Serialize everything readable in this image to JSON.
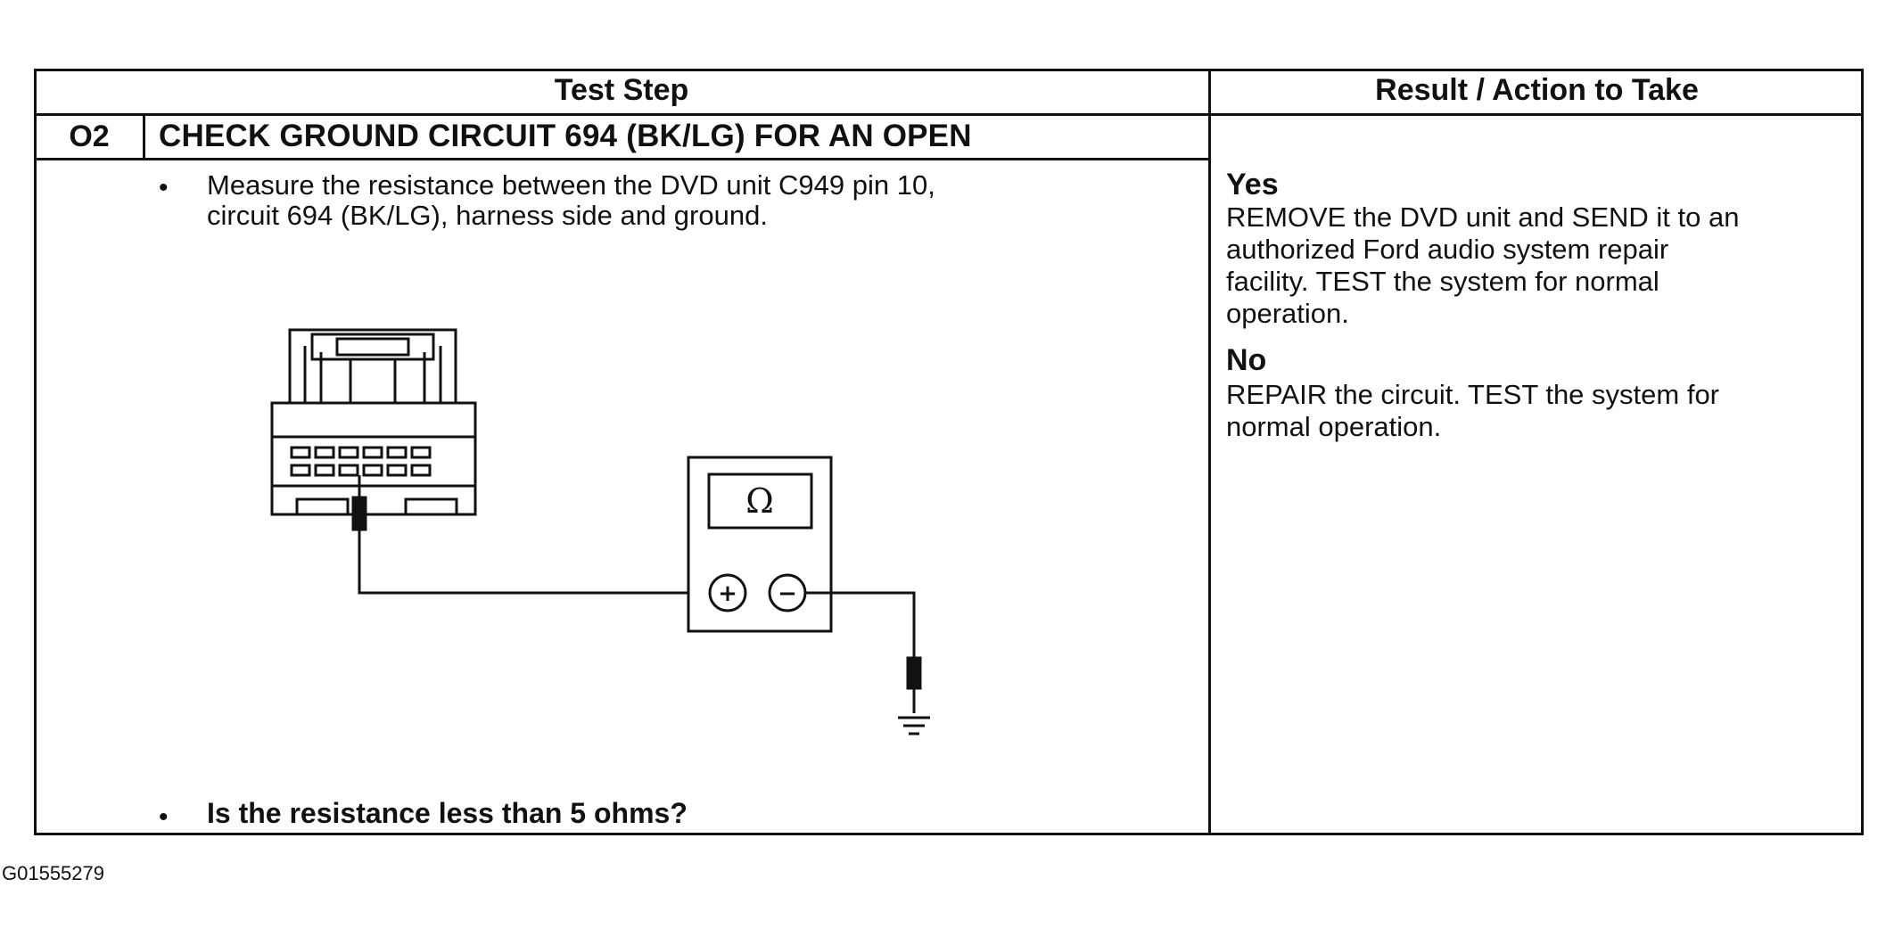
{
  "table": {
    "header_left": "Test Step",
    "header_right": "Result / Action to Take",
    "step_number": "O2",
    "step_title": "CHECK GROUND CIRCUIT 694 (BK/LG) FOR AN OPEN",
    "instruction_line1": "Measure the resistance between the DVD unit C949 pin 10,",
    "instruction_line2": "circuit 694 (BK/LG), harness side and ground.",
    "question": "Is the resistance less than 5 ohms?",
    "bullet_glyph": "•"
  },
  "results": {
    "yes_label": "Yes",
    "yes_text_lines": [
      "REMOVE the DVD unit and SEND it to an",
      "authorized Ford audio system repair",
      "facility. TEST the system for normal",
      "operation."
    ],
    "no_label": "No",
    "no_text_lines": [
      "REPAIR the circuit. TEST the system for",
      "normal operation."
    ]
  },
  "diagram": {
    "meter_symbol": "Ω",
    "plus_symbol": "+",
    "minus_symbol": "−"
  },
  "figure_id": "G01555279"
}
